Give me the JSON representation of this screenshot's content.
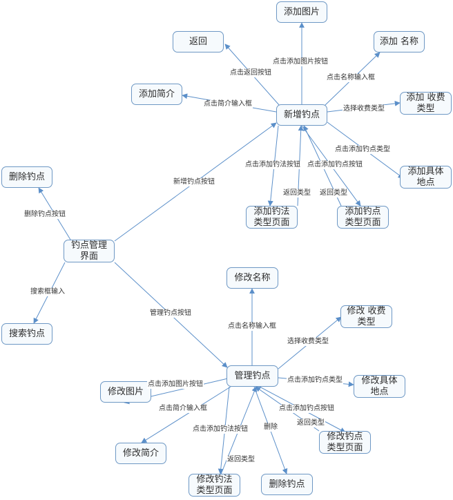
{
  "nodes": {
    "mgmt": "钓点管理\n界面",
    "new_spot": "新增钓点",
    "add_image": "添加图片",
    "back": "返回",
    "add_name": "添加 名称",
    "add_intro": "添加简介",
    "add_fee": "添加 收费\n类型",
    "add_location": "添加具体\n地点",
    "add_method_page": "添加钓法\n类型页面",
    "add_spot_type_page": "添加钓点\n类型页面",
    "delete_spot_left": "删除钓点",
    "search_spot": "搜索钓点",
    "manage_spot": "管理钓点",
    "edit_name": "修改名称",
    "edit_fee": "修改 收费\n类型",
    "edit_image": "修改图片",
    "edit_location": "修改具体\n地点",
    "edit_intro": "修改简介",
    "edit_spot_type_page": "修改钓点\n类型页面",
    "edit_method_page": "修改钓法\n类型页面",
    "delete_spot_bottom": "删除钓点"
  },
  "edges": {
    "new_spot_button": "新增钓点按钮",
    "delete_spot_button": "删除钓点按钮",
    "search_box_input": "搜索框输入",
    "manage_spot_button": "管理钓点按钮",
    "click_add_image_button": "点击添加图片按钮",
    "click_back_button": "点击返回按钮",
    "click_name_input": "点击名称输入框",
    "click_intro_input": "点击简介输入框",
    "select_fee_type": "选择收费类型",
    "click_add_spot_type": "点击添加钓点类型",
    "click_add_method_button": "点击添加钓法按钮",
    "click_add_spot_button": "点击添加钓点按钮",
    "return_type_1": "返回类型",
    "return_type_2": "返回类型",
    "m_click_name_input": "点击名称输入框",
    "m_select_fee_type": "选择收费类型",
    "m_click_add_image_button": "点击添加图片按钮",
    "m_click_add_spot_type": "点击添加钓点类型",
    "m_click_intro_input": "点击简介输入框",
    "m_click_add_spot_button": "点击添加钓点按钮",
    "m_return_type_a": "返回类型",
    "m_click_add_method_button": "点击添加钓法按钮",
    "m_delete": "删除",
    "m_return_type_b": "返回类型"
  },
  "colors": {
    "line": "#5b8fc9",
    "node_border": "#6d97c4",
    "node_fill": "#f6fafd"
  }
}
